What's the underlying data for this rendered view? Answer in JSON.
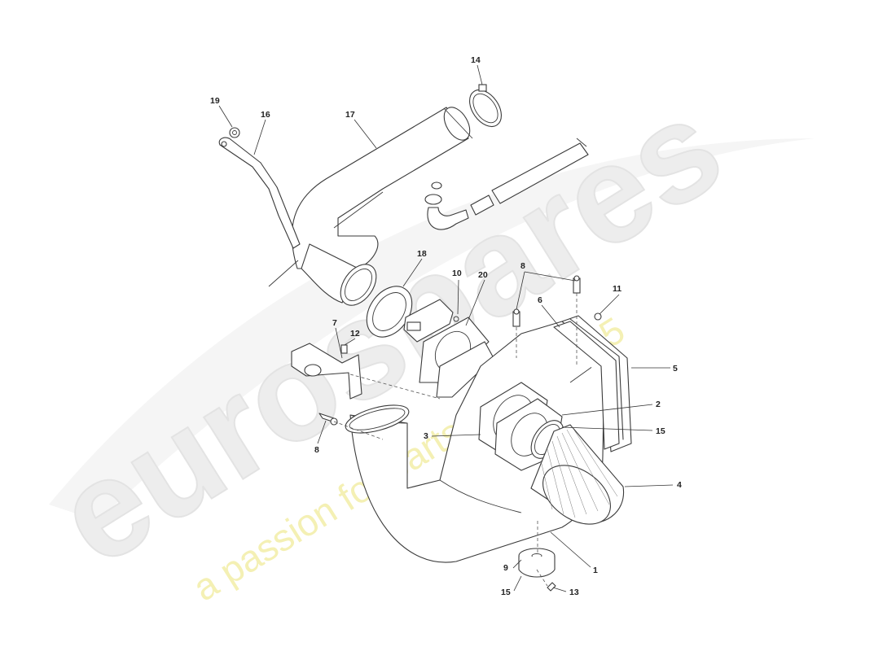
{
  "watermark": {
    "brand": "eurospares",
    "tagline": "a passion for parts since 1985"
  },
  "callouts": [
    {
      "id": "c1",
      "text": "1"
    },
    {
      "id": "c2",
      "text": "2"
    },
    {
      "id": "c3",
      "text": "3"
    },
    {
      "id": "c4",
      "text": "4"
    },
    {
      "id": "c5",
      "text": "5"
    },
    {
      "id": "c6",
      "text": "6"
    },
    {
      "id": "c7",
      "text": "7"
    },
    {
      "id": "c8a",
      "text": "8"
    },
    {
      "id": "c8b",
      "text": "8"
    },
    {
      "id": "c9",
      "text": "9"
    },
    {
      "id": "c10",
      "text": "10"
    },
    {
      "id": "c11",
      "text": "11"
    },
    {
      "id": "c12",
      "text": "12"
    },
    {
      "id": "c13",
      "text": "13"
    },
    {
      "id": "c14",
      "text": "14"
    },
    {
      "id": "c15a",
      "text": "15"
    },
    {
      "id": "c15b",
      "text": "15"
    },
    {
      "id": "c16",
      "text": "16"
    },
    {
      "id": "c17",
      "text": "17"
    },
    {
      "id": "c18",
      "text": "18"
    },
    {
      "id": "c19",
      "text": "19"
    },
    {
      "id": "c20",
      "text": "20"
    }
  ]
}
